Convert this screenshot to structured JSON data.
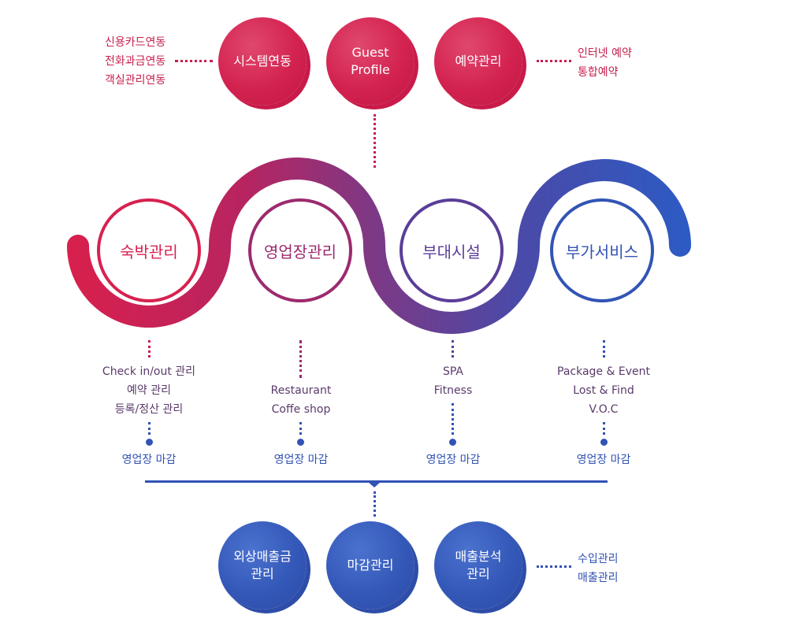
{
  "top_circles": [
    {
      "label": "시스템연동"
    },
    {
      "label": "Guest\nProfile"
    },
    {
      "label": "예약관리"
    }
  ],
  "top_left_notes": [
    "신용카드연동",
    "전화과금연동",
    "객실관리연동"
  ],
  "top_right_notes": [
    "인터넷 예약",
    "통합예약"
  ],
  "modules": [
    {
      "label": "숙박관리",
      "color": "#d7214f",
      "items": [
        "Check in/out 관리",
        "예약 관리",
        "등록/정산 관리"
      ],
      "close": "영업장 마감"
    },
    {
      "label": "영업장관리",
      "color": "#9c2a6e",
      "items": [
        "Restaurant",
        "Coffe shop"
      ],
      "close": "영업장 마감"
    },
    {
      "label": "부대시설",
      "color": "#5b3e98",
      "items": [
        "SPA",
        "Fitness"
      ],
      "close": "영업장 마감"
    },
    {
      "label": "부가서비스",
      "color": "#3254b5",
      "items": [
        "Package & Event",
        "Lost & Find",
        "V.O.C"
      ],
      "close": "영업장 마감"
    }
  ],
  "bottom_circles": [
    {
      "label": "외상매출금\n관리"
    },
    {
      "label": "마감관리"
    },
    {
      "label": "매출분석\n관리"
    }
  ],
  "bottom_right_notes": [
    "수입관리",
    "매출관리"
  ],
  "colors": {
    "primary_red": "#d3224f",
    "primary_blue": "#3458b8",
    "mid_purple": "#7a3a87"
  }
}
